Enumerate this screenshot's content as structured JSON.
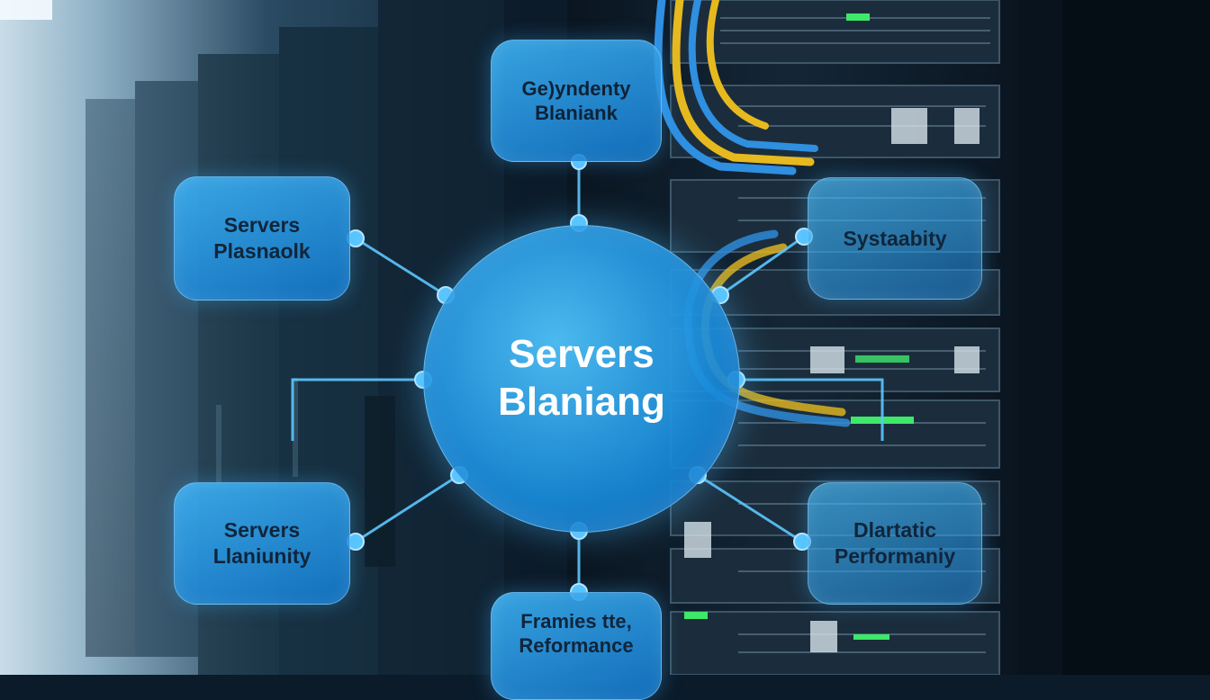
{
  "center": {
    "line1": "Servers",
    "line2": "Blaniang"
  },
  "nodes": {
    "top": {
      "line1": "Ge)yndenty",
      "line2": "Blaniank"
    },
    "left_top": {
      "line1": "Servers",
      "line2": "Plasnaolk"
    },
    "right_top": {
      "line1": "Systaabity"
    },
    "left_bottom": {
      "line1": "Servers",
      "line2": "Llaniunity"
    },
    "right_bottom": {
      "line1": "Dlartatic",
      "line2": "Performaniy"
    },
    "bottom": {
      "line1": "Framies tte,",
      "line2": "Reformance"
    }
  },
  "colors": {
    "node_fill": "#2c9be0",
    "connector": "#5cc7ff",
    "cable_yellow": "#e6b91f",
    "cable_blue": "#2f8fe0",
    "led_green": "#3ee86a"
  }
}
